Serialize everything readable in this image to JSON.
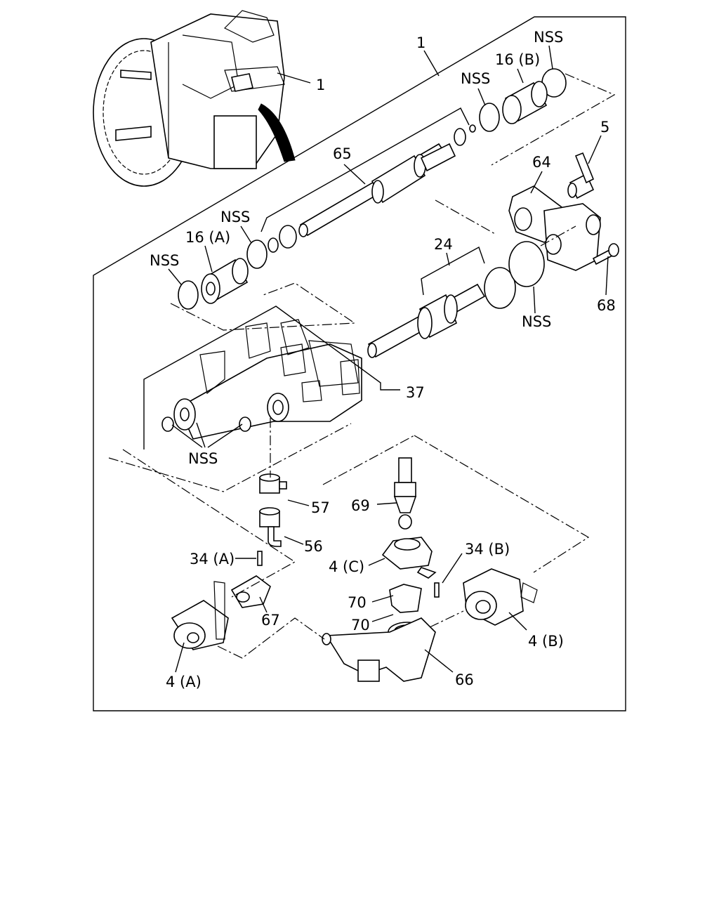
{
  "callouts": {
    "c1_top": "1",
    "c1_engine": "1",
    "nss_top_right": "NSS",
    "c16b": "16 (B)",
    "nss_mid_top": "NSS",
    "c5": "5",
    "c65": "65",
    "c64": "64",
    "nss_left_upper": "NSS",
    "c16a": "16 (A)",
    "nss_far_left": "NSS",
    "c24": "24",
    "c68": "68",
    "nss_right_mid": "NSS",
    "c37": "37",
    "nss_housing": "NSS",
    "c57": "57",
    "c69": "69",
    "c56": "56",
    "c34a": "34 (A)",
    "c4c": "4 (C)",
    "c34b": "34 (B)",
    "c70_upper": "70",
    "c67": "67",
    "c70_lower": "70",
    "c4b": "4 (B)",
    "c66": "66",
    "c4a": "4 (A)"
  }
}
